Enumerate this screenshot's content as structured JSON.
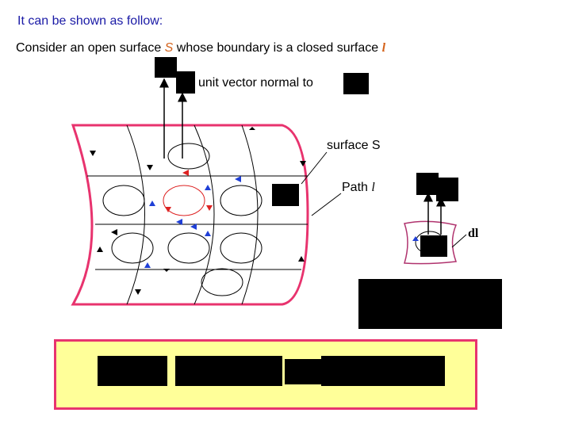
{
  "title": "It can be shown as follow:",
  "intro": {
    "prefix": "Consider an open surface ",
    "surface_symbol": "S",
    "middle": " whose boundary is a closed surface ",
    "path_symbol": "l"
  },
  "labels": {
    "normal": "unit vector normal to",
    "surface": "surface S",
    "path_prefix": "Path ",
    "path_symbol": "l",
    "dl": "dl"
  },
  "colors": {
    "title": "#1a1aa6",
    "highlight": "#d4621a",
    "surface_outline": "#e8336e",
    "box_fill": "#ffff99",
    "arrow_red": "#dd2222",
    "arrow_blue": "#1f3fd6"
  }
}
